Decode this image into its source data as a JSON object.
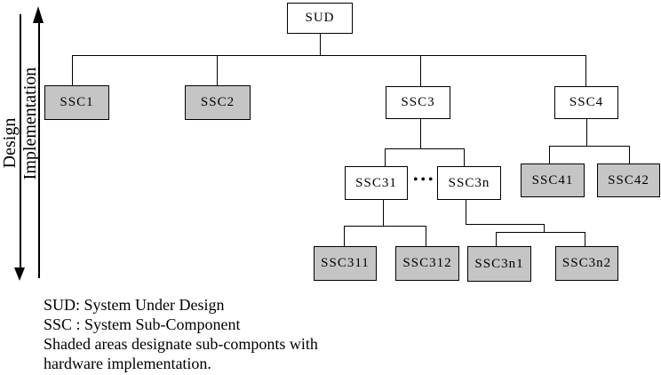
{
  "nodes": {
    "sud": {
      "label": "SUD",
      "shaded": false
    },
    "ssc1": {
      "label": "SSC1",
      "shaded": true
    },
    "ssc2": {
      "label": "SSC2",
      "shaded": true
    },
    "ssc3": {
      "label": "SSC3",
      "shaded": false
    },
    "ssc4": {
      "label": "SSC4",
      "shaded": false
    },
    "ssc31": {
      "label": "SSC31",
      "shaded": false
    },
    "ssc3n": {
      "label": "SSC3n",
      "shaded": false
    },
    "ssc41": {
      "label": "SSC41",
      "shaded": true
    },
    "ssc42": {
      "label": "SSC42",
      "shaded": true
    },
    "ssc311": {
      "label": "SSC311",
      "shaded": true
    },
    "ssc312": {
      "label": "SSC312",
      "shaded": true
    },
    "ssc3n1": {
      "label": "SSC3n1",
      "shaded": true
    },
    "ssc3n2": {
      "label": "SSC3n2",
      "shaded": true
    }
  },
  "ellipsis": "•••",
  "axis": {
    "down_label": "Design",
    "up_label": "Implementation"
  },
  "legend": {
    "lines": [
      "SUD: System Under Design",
      "SSC : System Sub-Component",
      "Shaded areas designate sub-componts with",
      "hardware implementation."
    ]
  },
  "colors": {
    "shaded_fill": "#c5c5c5",
    "node_fill": "#ffffff",
    "line": "#000000",
    "background": "#ffffff"
  }
}
